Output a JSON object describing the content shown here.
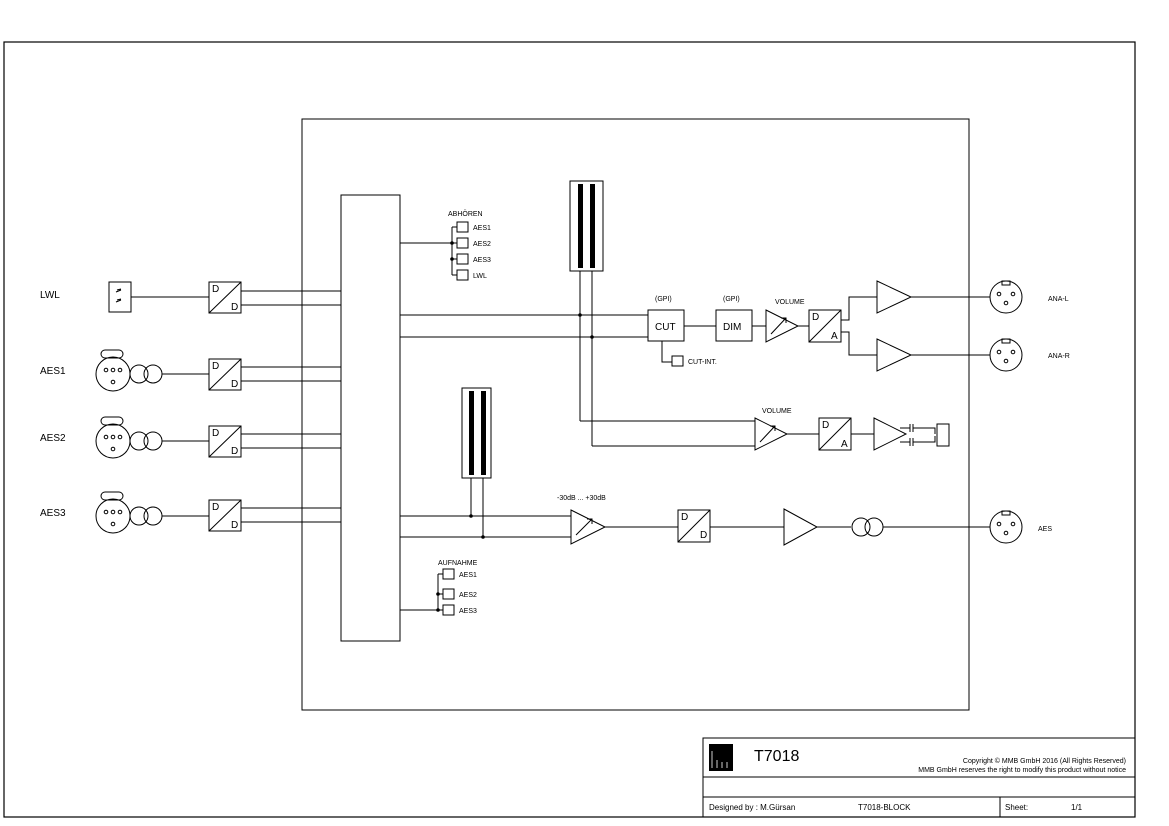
{
  "inputs": {
    "lwl": "LWL",
    "aes1": "AES1",
    "aes2": "AES2",
    "aes3": "AES3"
  },
  "converter": {
    "d": "D",
    "a": "A"
  },
  "monitor_select": {
    "title": "ABHÖREN",
    "options": [
      "AES1",
      "AES2",
      "AES3",
      "LWL"
    ]
  },
  "record_select": {
    "title": "AUFNAHME",
    "options": [
      "AES1",
      "AES2",
      "AES3"
    ]
  },
  "blocks": {
    "gpi1": "(GPI)",
    "cut": "CUT",
    "gpi2": "(GPI)",
    "dim": "DIM",
    "volume1": "VOLUME",
    "volume2": "VOLUME",
    "cut_int": "CUT-INT.",
    "gain_range": "-30dB ... +30dB"
  },
  "outputs": {
    "ana_l": "ANA-L",
    "ana_r": "ANA-R",
    "aes": "AES"
  },
  "title_block": {
    "model": "T7018",
    "copyright": "Copyright © MMB GmbH 2016 (All Rights Reserved)",
    "notice": "MMB GmbH reserves the right to modify this product without notice",
    "designed_by": "Designed by : M.Gürsan",
    "drawing": "T7018-BLOCK",
    "sheet_label": "Sheet:",
    "sheet_value": "1/1"
  }
}
